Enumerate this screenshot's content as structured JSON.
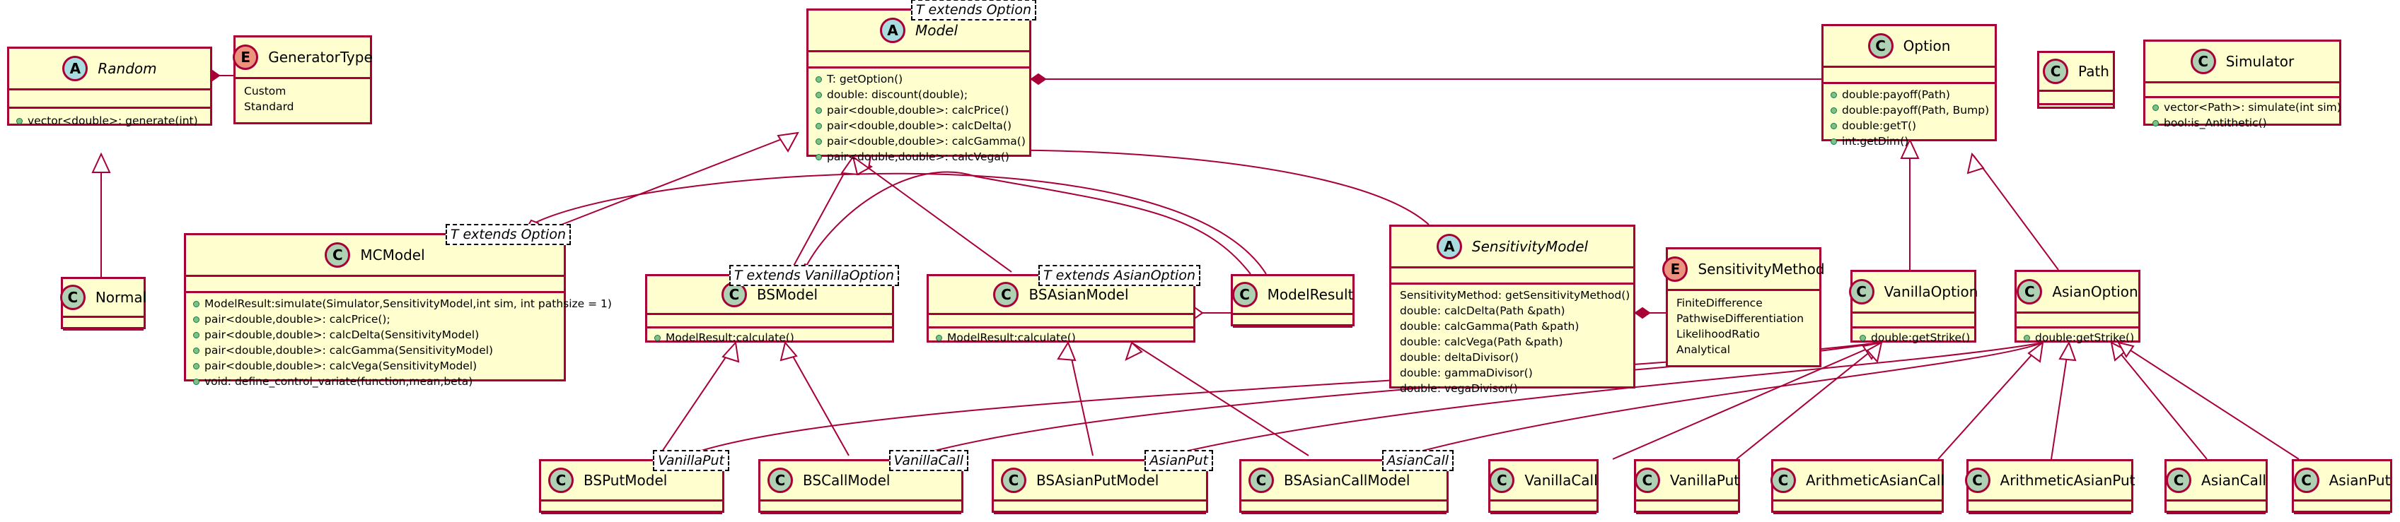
{
  "classes": {
    "random": {
      "name": "Random",
      "stereotype": "A",
      "methods": [
        "vector<double>: generate(int)"
      ]
    },
    "generator_type": {
      "name": "GeneratorType",
      "stereotype": "E",
      "values": [
        "Custom",
        "Standard"
      ]
    },
    "normal": {
      "name": "Normal",
      "stereotype": "C"
    },
    "model": {
      "name": "Model",
      "stereotype": "A",
      "template": "T extends Option",
      "methods": [
        "T: getOption()",
        "double: discount(double);",
        "pair<double,double>: calcPrice()",
        "pair<double,double>: calcDelta()",
        "pair<double,double>: calcGamma()",
        "pair<double,double>: calcVega()"
      ]
    },
    "mcmodel": {
      "name": "MCModel",
      "stereotype": "C",
      "template": "T extends Option",
      "methods": [
        "ModelResult:simulate(Simulator,SensitivityModel,int sim, int pathsize = 1)",
        "pair<double,double>: calcPrice();",
        "pair<double,double>: calcDelta(SensitivityModel)",
        "pair<double,double>: calcGamma(SensitivityModel)",
        "pair<double,double>: calcVega(SensitivityModel)",
        "void: define_control_variate(function,mean,beta)"
      ]
    },
    "bsmodel": {
      "name": "BSModel",
      "stereotype": "C",
      "template": "T extends VanillaOption",
      "methods": [
        "ModelResult:calculate()"
      ]
    },
    "bsasianmodel": {
      "name": "BSAsianModel",
      "stereotype": "C",
      "template": "T extends AsianOption",
      "methods": [
        "ModelResult:calculate()"
      ]
    },
    "modelresult": {
      "name": "ModelResult",
      "stereotype": "C"
    },
    "sensitivitymodel": {
      "name": "SensitivityModel",
      "stereotype": "A",
      "methods": [
        "SensitivityMethod: getSensitivityMethod()",
        "double: calcDelta(Path &path)",
        "double: calcGamma(Path &path)",
        "double: calcVega(Path &path)",
        "double: deltaDivisor()",
        "double: gammaDivisor()",
        "double: vegaDivisor()"
      ]
    },
    "sensitivitymethod": {
      "name": "SensitivityMethod",
      "stereotype": "E",
      "values": [
        "FiniteDifference",
        "PathwiseDifferentiation",
        "LikelihoodRatio",
        "Analytical"
      ]
    },
    "option": {
      "name": "Option",
      "stereotype": "C",
      "methods": [
        "double:payoff(Path)",
        "double:payoff(Path, Bump)",
        "double:getT()",
        "int:getDim()"
      ]
    },
    "path": {
      "name": "Path",
      "stereotype": "C"
    },
    "simulator": {
      "name": "Simulator",
      "stereotype": "C",
      "methods": [
        "vector<Path>: simulate(int sim)",
        "bool:is_Antithetic()"
      ]
    },
    "vanillaoption": {
      "name": "VanillaOption",
      "stereotype": "C",
      "methods": [
        "double:getStrike()"
      ]
    },
    "asianoption": {
      "name": "AsianOption",
      "stereotype": "C",
      "methods": [
        "double:getStrike()"
      ]
    },
    "bsputmodel": {
      "name": "BSPutModel",
      "stereotype": "C",
      "template": "VanillaPut"
    },
    "bscallmodel": {
      "name": "BSCallModel",
      "stereotype": "C",
      "template": "VanillaCall"
    },
    "bsasianputmodel": {
      "name": "BSAsianPutModel",
      "stereotype": "C",
      "template": "AsianPut"
    },
    "bsasiancallmodel": {
      "name": "BSAsianCallModel",
      "stereotype": "C",
      "template": "AsianCall"
    },
    "vanillacall": {
      "name": "VanillaCall",
      "stereotype": "C"
    },
    "vanillaput": {
      "name": "VanillaPut",
      "stereotype": "C"
    },
    "arithmeticasiancall": {
      "name": "ArithmeticAsianCall",
      "stereotype": "C"
    },
    "arithmeticasianput": {
      "name": "ArithmeticAsianPut",
      "stereotype": "C"
    },
    "asiancall": {
      "name": "AsianCall",
      "stereotype": "C"
    },
    "asianput": {
      "name": "AsianPut",
      "stereotype": "C"
    }
  },
  "colors": {
    "border": "#A80036",
    "fill": "#FEFECE",
    "class_badge": "#ADD1B2",
    "abstract_badge": "#A9DCDF",
    "enum_badge": "#EB937F",
    "visibility_dot": "#84BE84"
  }
}
